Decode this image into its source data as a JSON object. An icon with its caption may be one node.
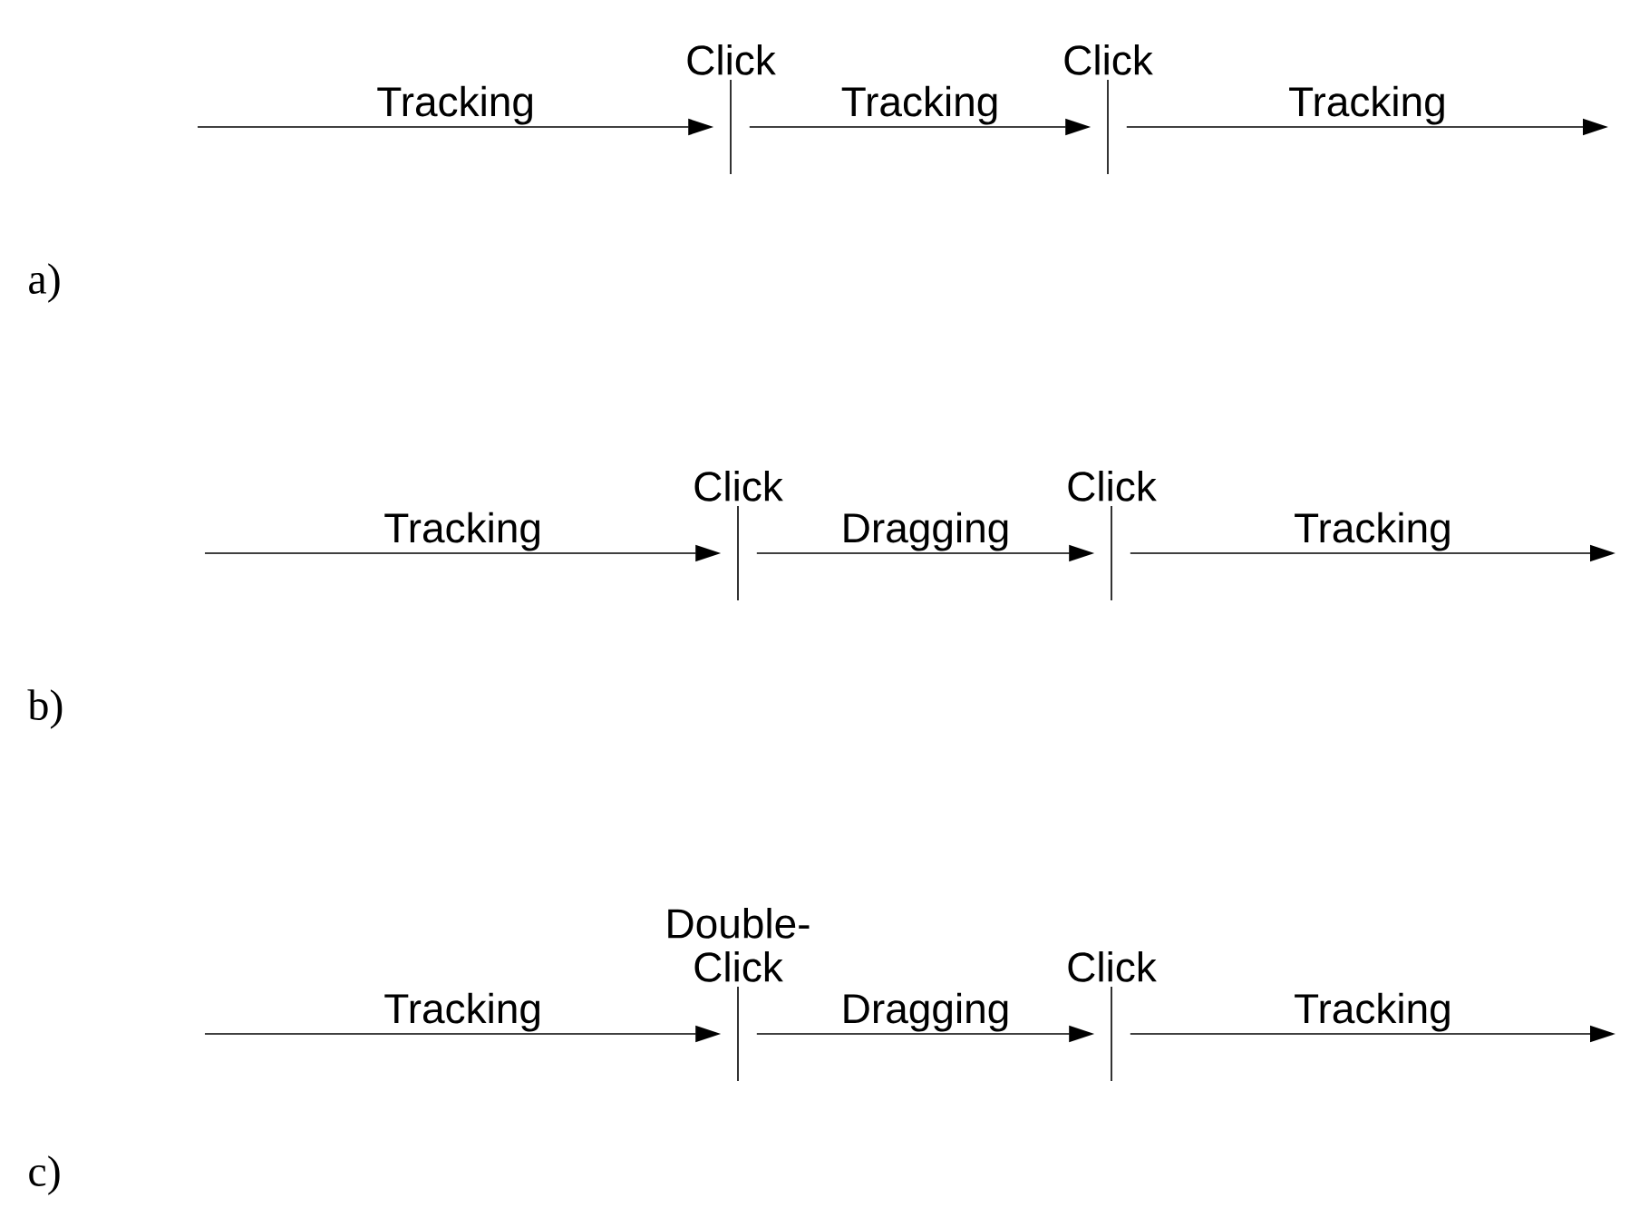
{
  "diagram": {
    "nodes": [
      {
        "text": [
          "Click"
        ]
      },
      {
        "text": [
          "Click"
        ]
      },
      {
        "text": [
          "Click"
        ]
      },
      {
        "text": [
          "Click"
        ]
      },
      {
        "text": [
          "Double-Click"
        ]
      },
      {
        "text": [
          "Click"
        ]
      }
    ],
    "edges": [
      {
        "from": null,
        "to": 0,
        "arrow": "to",
        "label": "Tracking"
      },
      {
        "from": 0,
        "to": 1,
        "arrow": "to",
        "label": "Tracking"
      },
      {
        "from": 1,
        "to": null,
        "arrow": "to",
        "label": "Tracking"
      },
      {
        "from": null,
        "to": 2,
        "arrow": "to",
        "label": "Tracking"
      },
      {
        "from": 2,
        "to": 3,
        "arrow": "to",
        "label": "Dragging"
      },
      {
        "from": 3,
        "to": null,
        "arrow": "to",
        "label": "Tracking"
      },
      {
        "from": null,
        "to": 4,
        "arrow": "to",
        "label": "Tracking"
      },
      {
        "from": 4,
        "to": 5,
        "arrow": "to",
        "label": "Dragging"
      },
      {
        "from": 5,
        "to": null,
        "arrow": "to",
        "label": "Tracking"
      }
    ],
    "labels": [
      "a)",
      "b)",
      "c)"
    ]
  }
}
